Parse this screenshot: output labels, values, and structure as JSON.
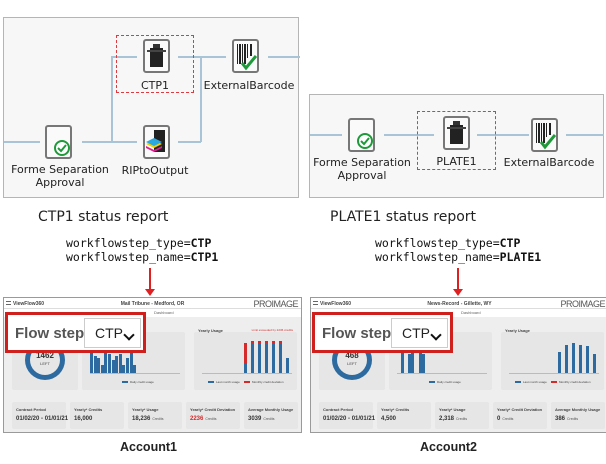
{
  "workflows": [
    {
      "nodes": {
        "forme": "Forme Separation\nApproval",
        "plate": "CTP1",
        "rip": "RIPtoOutput",
        "barcode": "ExternalBarcode"
      },
      "caption": "CTP1  status report",
      "type_key": "workflowstep_type=",
      "type_val": "CTP",
      "name_key": "workflowstep_name=",
      "name_val": "CTP1"
    },
    {
      "nodes": {
        "forme": "Forme Separation\nApproval",
        "plate": "PLATE1",
        "barcode": "ExternalBarcode"
      },
      "caption": "PLATE1  status report",
      "type_key": "workflowstep_type=",
      "type_val": "CTP",
      "name_key": "workflowstep_name=",
      "name_val": "PLATE1"
    }
  ],
  "accounts": [
    {
      "label": "Account1",
      "app": "ViewFlow360",
      "title": "Mail Tribune - Medford, OR",
      "logo": "PROIMAGE",
      "subnav": "Dashboard",
      "flow_step_label": "Flow step",
      "flow_step_value": "CTP",
      "gauge_value": "1462",
      "gauge_unit": "LEFT",
      "yearly_usage_title": "Yearly Usage",
      "limit_note": "Limit exceeded by 2236 credits",
      "daily_legend": "Daily credit usage",
      "yearly_legend": [
        "Last month usage",
        "Monthly credit deviation"
      ],
      "daily_values": [
        95,
        45,
        40,
        20,
        95,
        50,
        35,
        45,
        50,
        20,
        40,
        95,
        20,
        0,
        0,
        0,
        0,
        0,
        0,
        0,
        0,
        0,
        0,
        0,
        0
      ],
      "yearly_blue": [
        0,
        0,
        0,
        0,
        0,
        0,
        25,
        80,
        80,
        80,
        80,
        80,
        40
      ],
      "yearly_red": [
        0,
        0,
        0,
        0,
        0,
        0,
        55,
        5,
        5,
        5,
        5,
        5,
        0
      ],
      "stats": [
        {
          "label": "Contract Period",
          "value": "01/02/20 - 01/01/21",
          "unit": ""
        },
        {
          "label": "Yearly* Credits",
          "value": "16,000",
          "unit": ""
        },
        {
          "label": "Yearly* Usage",
          "value": "18,236",
          "unit": "Credits"
        },
        {
          "label": "Yearly* Credit Deviation",
          "value": "2236",
          "unit": "Credits",
          "color": "#d42a2a"
        },
        {
          "label": "Average Monthly Usage",
          "value": "3039",
          "unit": "Credits"
        }
      ]
    },
    {
      "label": "Account2",
      "app": "ViewFlow360",
      "title": "News-Record - Gillette, WY",
      "logo": "PROIMAGE",
      "subnav": "Dashboard",
      "flow_step_label": "Flow step",
      "flow_step_value": "CTP",
      "gauge_value": "468",
      "gauge_unit": "LEFT",
      "yearly_usage_title": "Yearly Usage",
      "limit_note": "",
      "daily_legend": "Daily credit usage",
      "yearly_legend": [
        "Last month usage",
        "Monthly credit deviation"
      ],
      "daily_values": [
        0,
        70,
        0,
        50,
        55,
        0,
        95,
        50,
        0,
        0,
        0,
        0,
        0,
        0,
        0,
        0,
        0,
        0,
        0,
        0,
        0,
        0,
        0,
        0,
        0
      ],
      "yearly_blue": [
        0,
        0,
        0,
        0,
        0,
        0,
        0,
        55,
        75,
        80,
        75,
        70,
        50
      ],
      "yearly_red": [
        0,
        0,
        0,
        0,
        0,
        0,
        0,
        0,
        0,
        0,
        0,
        0,
        0
      ],
      "stats": [
        {
          "label": "Contract Period",
          "value": "01/02/20 - 01/01/21",
          "unit": ""
        },
        {
          "label": "Yearly* Credits",
          "value": "4,500",
          "unit": ""
        },
        {
          "label": "Yearly* Usage",
          "value": "2,318",
          "unit": "Credits"
        },
        {
          "label": "Yearly* Credit Deviation",
          "value": "0",
          "unit": "Credits"
        },
        {
          "label": "Average Monthly Usage",
          "value": "386",
          "unit": "Credits"
        }
      ]
    }
  ],
  "colors": {
    "flow": "#a9c4d6",
    "highlight": "#d0201e",
    "bar_blue": "#2c6aa0",
    "bar_red": "#d42a2a",
    "check": "#1f9a3a"
  }
}
